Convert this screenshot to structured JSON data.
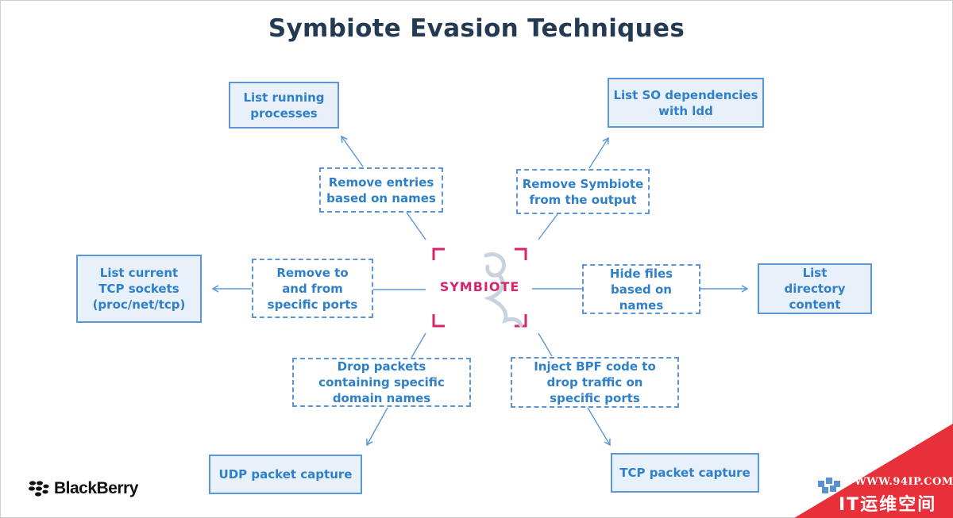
{
  "title": "Symbiote Evasion Techniques",
  "center": {
    "label": "SYMBIOTE"
  },
  "nodes": {
    "list_running_processes": "List running processes",
    "remove_entries": "Remove entries based on names",
    "list_so_deps": "List SO dependencies with ldd",
    "remove_symbiote_output": "Remove Symbiote from the output",
    "list_tcp_sockets": "List current TCP sockets (proc/net/tcp)",
    "remove_ports": "Remove to and from specific ports",
    "hide_files": "Hide files based on names",
    "list_directory": "List directory content",
    "drop_packets": "Drop packets containing specific domain names",
    "inject_bpf": "Inject BPF code to drop traffic on specific ports",
    "udp_capture": "UDP packet capture",
    "tcp_capture": "TCP packet capture"
  },
  "brand": {
    "logo": "BlackBerry"
  },
  "watermark": {
    "url": "WWW.94IP.COM",
    "name": "IT运维空间"
  },
  "colors": {
    "accent": "#2f7fc9",
    "title": "#243a52",
    "center": "#d6246e",
    "watermark": "#e8303a"
  }
}
